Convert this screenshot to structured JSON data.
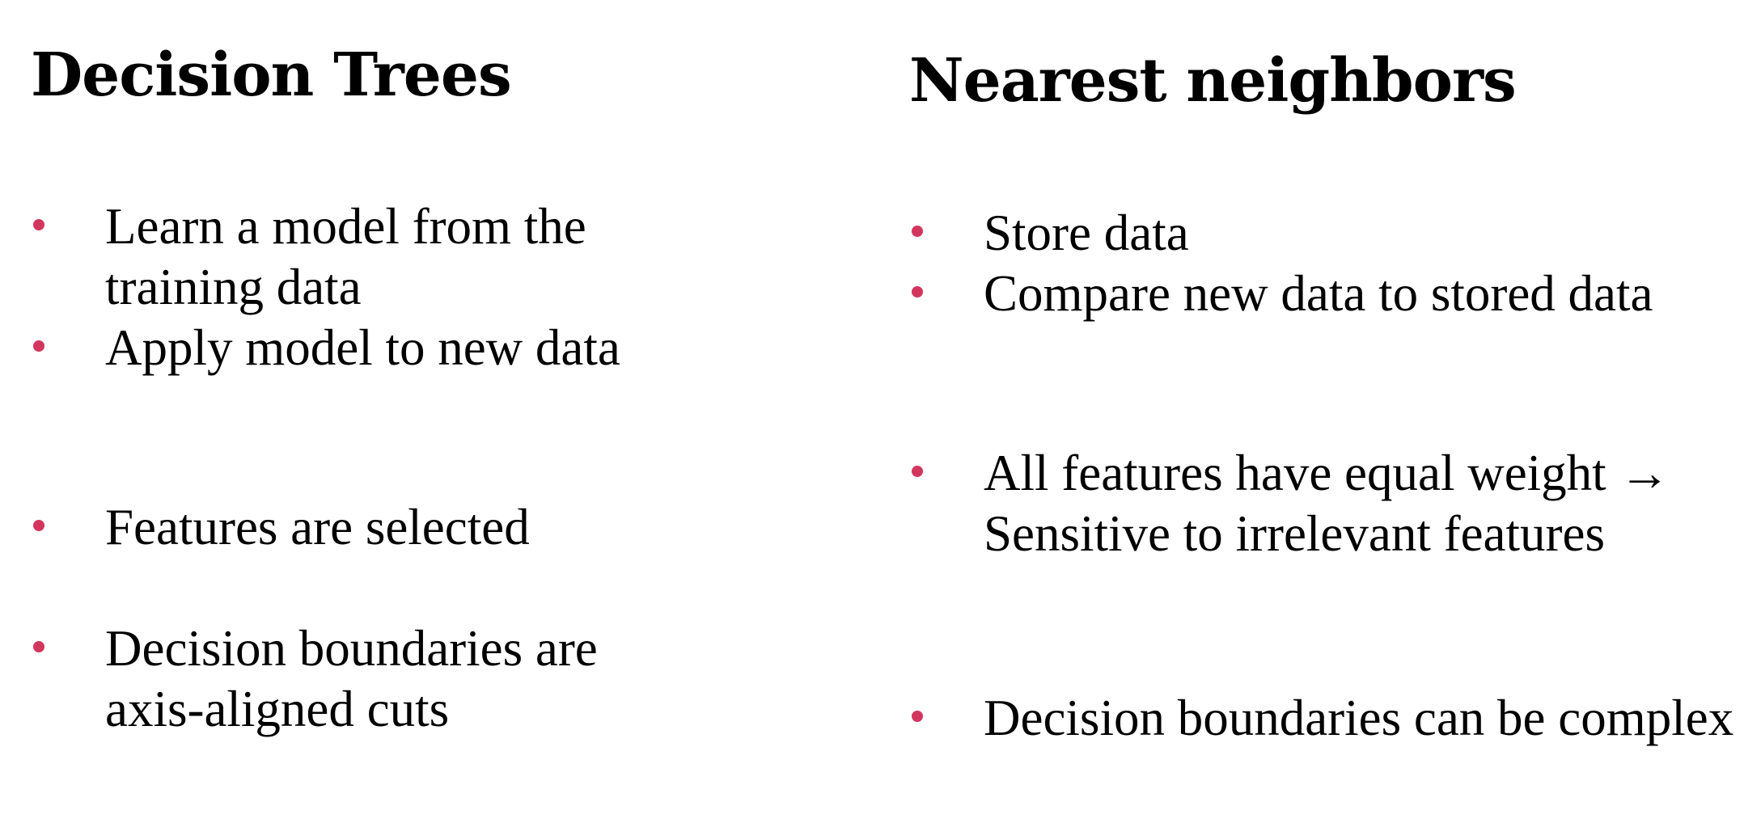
{
  "theme": {
    "bullet_color": "#d2365e",
    "text_color": "#000000",
    "background": "#ffffff"
  },
  "left": {
    "title": "Decision Trees",
    "bullets": [
      "Learn a model from the training data",
      "Apply model to new data",
      "Features are selected",
      "Decision boundaries are axis-aligned cuts"
    ]
  },
  "right": {
    "title": "Nearest neighbors",
    "bullets": [
      "Store data",
      "Compare new data to stored data",
      "All features have equal weight → Sensitive to irrelevant features",
      "Decision boundaries can be complex"
    ]
  }
}
